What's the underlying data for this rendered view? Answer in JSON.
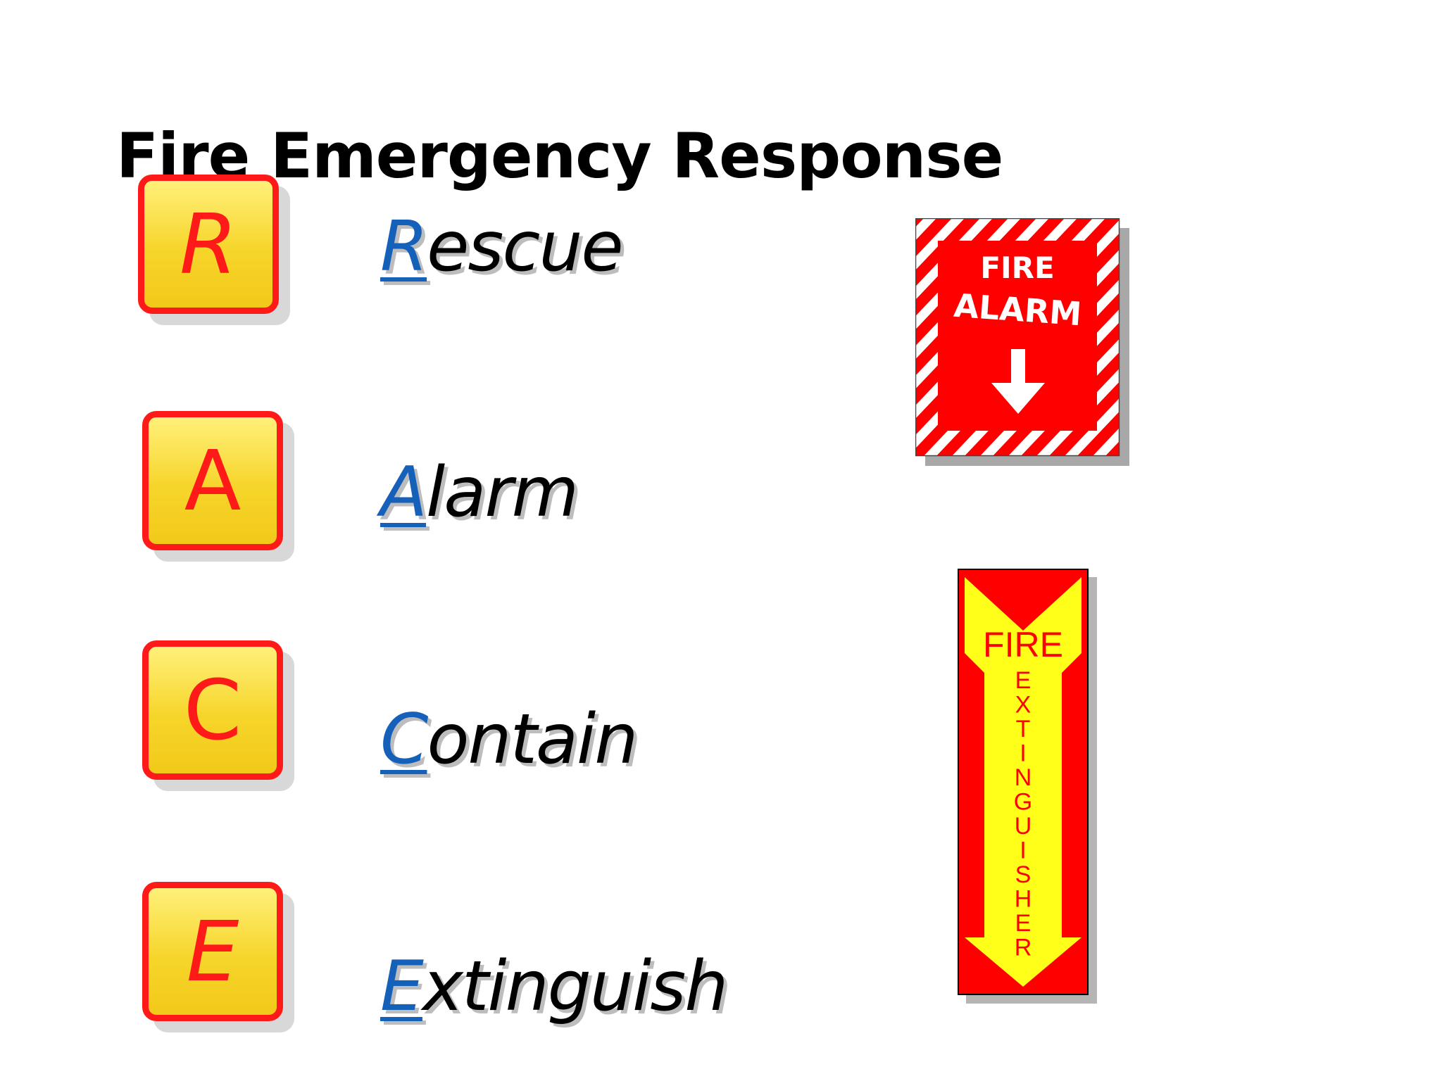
{
  "slide": {
    "title": "Fire Emergency Response"
  },
  "race": [
    {
      "letter": "R",
      "first": "R",
      "rest": "escue"
    },
    {
      "letter": "A",
      "first": "A",
      "rest": "larm"
    },
    {
      "letter": "C",
      "first": "C",
      "rest": "ontain"
    },
    {
      "letter": "E",
      "first": "E",
      "rest": "xtinguish"
    }
  ],
  "signs": {
    "alarm": {
      "line1": "FIRE",
      "line2": "ALARM"
    },
    "extinguisher": {
      "line1": "FIRE",
      "line2": "EXTINGUISHER"
    }
  },
  "colors": {
    "accent_red": "#ff1a1a",
    "tile_yellow": "#f6d52a",
    "letter_blue": "#1560b8",
    "sign_yellow": "#ffff00"
  }
}
